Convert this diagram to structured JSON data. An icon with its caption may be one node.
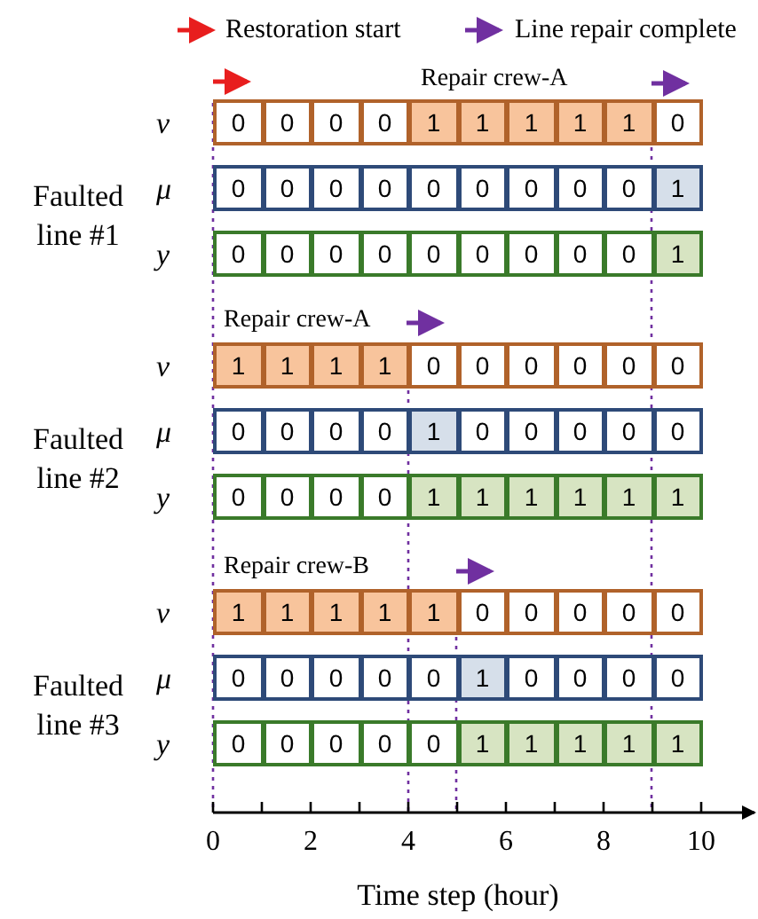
{
  "diagram": {
    "labels": [
      "Repair crew-A",
      "Faulted line #1",
      "v",
      "0",
      "0",
      "0",
      "0",
      "1",
      "1",
      "1",
      "1",
      "1",
      "0",
      "μ",
      "0",
      "0",
      "0",
      "0",
      "0",
      "0",
      "0",
      "0",
      "0",
      "1",
      "y",
      "0",
      "0",
      "0",
      "0",
      "0",
      "0",
      "0",
      "0",
      "0",
      "1",
      "Repair crew-A",
      "Faulted line #2",
      "v",
      "1",
      "1",
      "1",
      "1",
      "0",
      "0",
      "0",
      "0",
      "0",
      "0",
      "μ",
      "0",
      "0",
      "0",
      "0",
      "1",
      "0",
      "0",
      "0",
      "0",
      "0",
      "y",
      "0",
      "0",
      "0",
      "0",
      "1",
      "1",
      "1",
      "1",
      "1",
      "1",
      "Repair crew-B",
      "Faulted line #3",
      "v",
      "1",
      "1",
      "1",
      "1",
      "1",
      "0",
      "0",
      "0",
      "0",
      "0",
      "μ",
      "0",
      "0",
      "0",
      "0",
      "0",
      "1",
      "0",
      "0",
      "0",
      "0",
      "y",
      "0",
      "0",
      "0",
      "0",
      "0",
      "1",
      "1",
      "1",
      "1",
      "1",
      "0",
      "2",
      "4",
      "6",
      "8",
      "10",
      "Time step (hour)"
    ],
    "legend": [
      {
        "text": "Restoration start"
      },
      {
        "text": "Line repair complete"
      }
    ]
  }
}
